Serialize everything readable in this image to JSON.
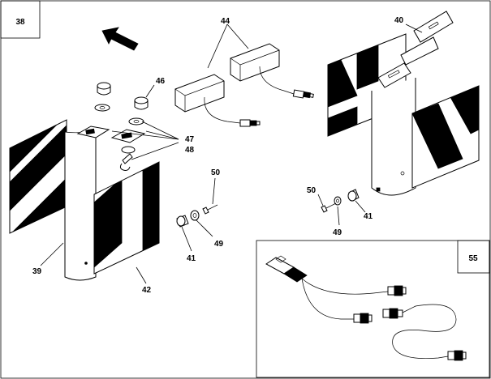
{
  "figure_number": "38",
  "inset_number": "55",
  "callouts": {
    "c39": "39",
    "c40": "40",
    "c41a": "41",
    "c41b": "41",
    "c42": "42",
    "c44": "44",
    "c46": "46",
    "c47": "47",
    "c48": "48",
    "c49a": "49",
    "c49b": "49",
    "c50a": "50",
    "c50b": "50"
  },
  "icons": {
    "direction": "arrow-up-left",
    "panels": "diagonal-hazard-stripes"
  },
  "colors": {
    "line": "#000000",
    "background": "#ffffff"
  }
}
